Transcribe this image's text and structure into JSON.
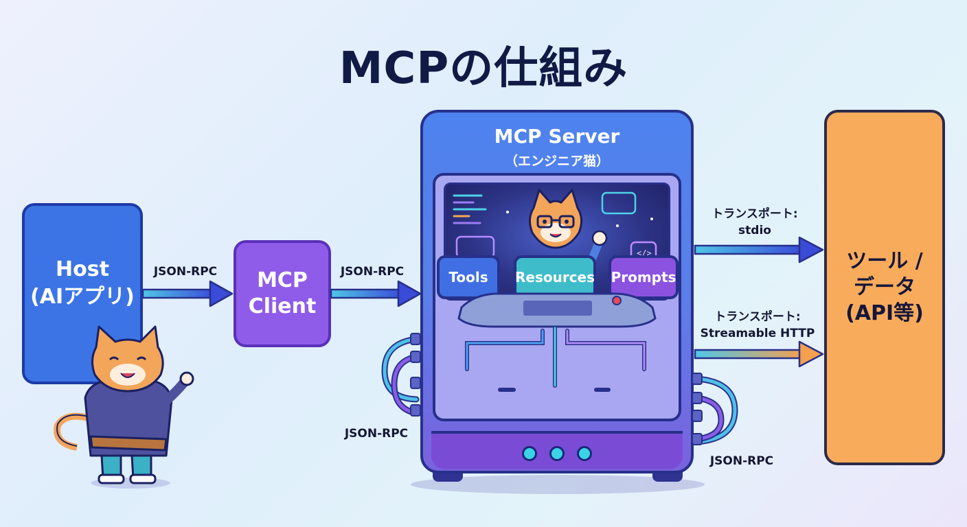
{
  "title": "MCPの仕組み",
  "host": {
    "line1": "Host",
    "line2": "(AIアプリ)"
  },
  "client": {
    "line1": "MCP",
    "line2": "Client"
  },
  "server": {
    "title": "MCP Server",
    "subtitle": "（エンジニア猫）",
    "modules": [
      "Tools",
      "Resources",
      "Prompts"
    ]
  },
  "tools_data": {
    "line1": "ツール /",
    "line2": "データ",
    "line3": "(API等)"
  },
  "labels": {
    "host_client": "JSON-RPC",
    "client_server": "JSON-RPC",
    "left_cables": "JSON-RPC",
    "right_cables": "JSON-RPC",
    "transport_stdio_line1": "トランスポート:",
    "transport_stdio_line2": "stdio",
    "transport_http_line1": "トランスポート:",
    "transport_http_line2": "Streamable HTTP"
  },
  "colors": {
    "host": "#3c74e6",
    "client": "#8f5ce9",
    "tools_data": "#f9ab5c",
    "arrow": "#3a4bd8",
    "module_tools": "#3f6fe3",
    "module_resources": "#3fbcc9",
    "module_prompts": "#8b52e0"
  },
  "illustrations": [
    "cat-host-icon",
    "cat-engineer-icon"
  ]
}
